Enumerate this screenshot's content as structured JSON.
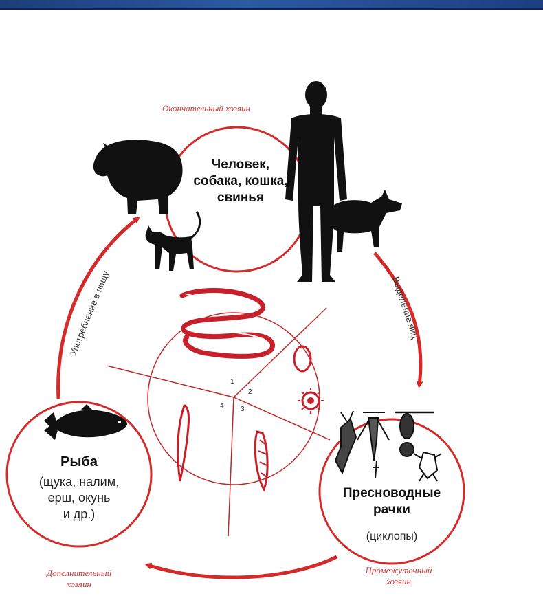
{
  "hosts": {
    "definitive": {
      "role": "Окончательный хозяин",
      "title_lines": [
        "Человек,",
        "собака, кошка,",
        "свинья"
      ]
    },
    "intermediate": {
      "role_lines": [
        "Промежуточный",
        "хозяин"
      ],
      "title_lines": [
        "Пресноводные",
        "рачки"
      ],
      "sub": "(циклопы)"
    },
    "additional": {
      "role_lines": [
        "Дополнительный",
        "хозяин"
      ],
      "title": "Рыба",
      "sub_lines": [
        "(щука, налим,",
        "ерш, окунь",
        "и др.)"
      ]
    }
  },
  "arrows": {
    "eating": "Употребление в пищу",
    "excretion": "Выделение яиц"
  },
  "sections": [
    "1",
    "2",
    "3",
    "4"
  ],
  "colors": {
    "accent": "#d42a2a",
    "silhouette": "#111111",
    "top_bar": "#1c3e7a"
  },
  "icons": [
    "pig-silhouette",
    "human-silhouette",
    "dog-silhouette",
    "cat-silhouette",
    "fish-silhouette",
    "copepod-drawings",
    "intestine-drawing",
    "tapeworm-larva-drawing",
    "egg-drawing"
  ]
}
